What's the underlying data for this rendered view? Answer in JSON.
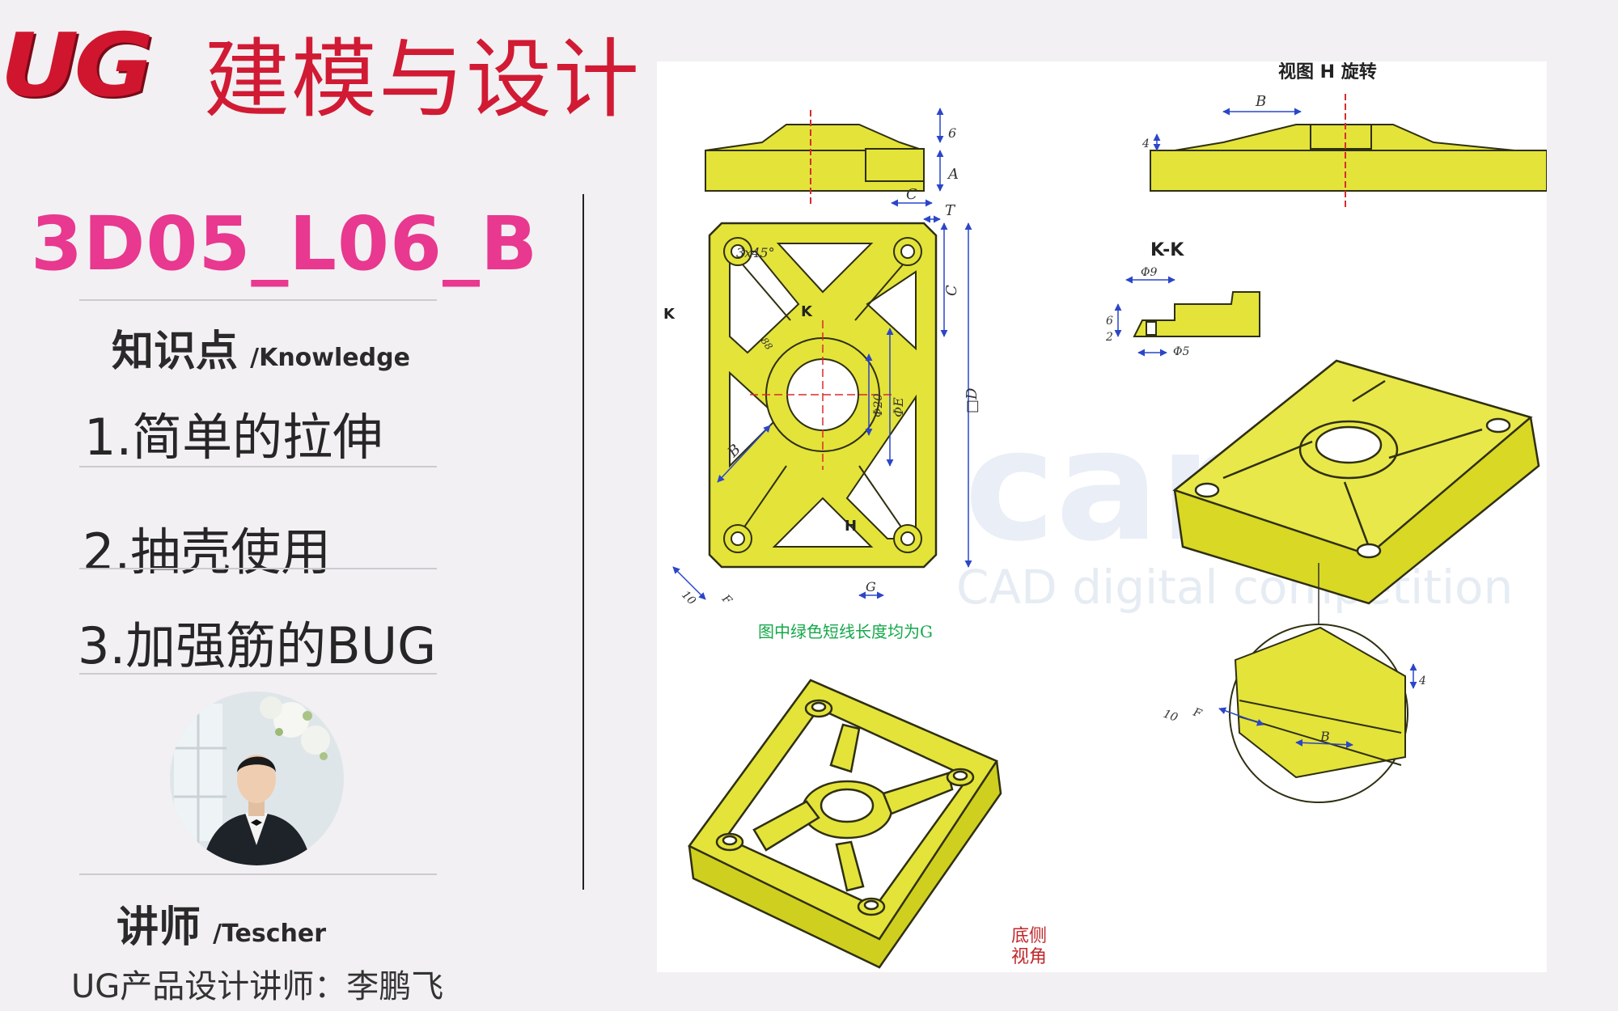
{
  "header": {
    "brand": "UG",
    "title": "建模与设计"
  },
  "lesson": {
    "code": "3D05_L06_B"
  },
  "knowledge": {
    "title": "知识点",
    "subtitle": "/Knowledge",
    "items": [
      {
        "label": "1.简单的拉伸"
      },
      {
        "label": "2.抽壳使用"
      },
      {
        "label": "3.加强筋的BUG"
      }
    ]
  },
  "teacher": {
    "title": "讲师",
    "subtitle": "/Tescher",
    "caption": "UG产品设计讲师：李鹏飞"
  },
  "drawing": {
    "view_h_label": "视图 H 旋转",
    "section_kk": "K-K",
    "note_green": "图中绿色短线长度均为G",
    "bottom_view_label_1": "底侧",
    "bottom_view_label_2": "视角",
    "watermark_main": "cartts",
    "watermark_sub": "CAD digital competition",
    "dims": {
      "a": "A",
      "b": "B",
      "c": "C",
      "d": "□D",
      "e": "ΦE",
      "f": "F",
      "g": "G",
      "t": "T",
      "k": "K",
      "h": "H",
      "d20": "Φ20",
      "d9": "Φ9",
      "d5": "Φ5",
      "v6": "6",
      "v2": "2",
      "v4": "4",
      "v10": "10",
      "chamfer": "3x45°",
      "r88": "88"
    },
    "colors": {
      "part_fill": "#e3e33a",
      "part_stroke": "#2f2f12",
      "dim_blue": "#2b46c8",
      "center_red": "#d92b2b",
      "note_green": "#15a84a",
      "label_red": "#c1282c"
    }
  }
}
